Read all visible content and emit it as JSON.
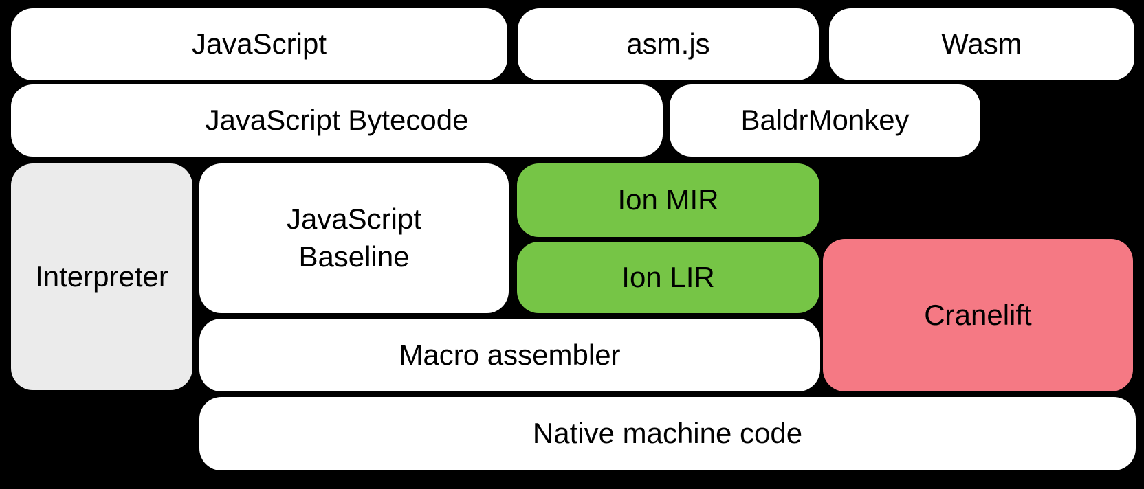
{
  "diagram": {
    "colors": {
      "background": "#000000",
      "white": "#ffffff",
      "gray": "#ebebeb",
      "green": "#76c546",
      "pink": "#f57984",
      "text": "#000000"
    },
    "blocks": [
      {
        "id": "javascript",
        "label": "JavaScript",
        "color": "white"
      },
      {
        "id": "asm-js",
        "label": "asm.js",
        "color": "white"
      },
      {
        "id": "wasm",
        "label": "Wasm",
        "color": "white"
      },
      {
        "id": "javascript-bytecode",
        "label": "JavaScript Bytecode",
        "color": "white"
      },
      {
        "id": "baldrmonkey",
        "label": "BaldrMonkey",
        "color": "white"
      },
      {
        "id": "interpreter",
        "label": "Interpreter",
        "color": "gray"
      },
      {
        "id": "javascript-baseline",
        "label": "JavaScript Baseline",
        "color": "white"
      },
      {
        "id": "ion-mir",
        "label": "Ion MIR",
        "color": "green"
      },
      {
        "id": "ion-lir",
        "label": "Ion LIR",
        "color": "green"
      },
      {
        "id": "cranelift",
        "label": "Cranelift",
        "color": "pink"
      },
      {
        "id": "macro-assembler",
        "label": "Macro assembler",
        "color": "white"
      },
      {
        "id": "native-machine-code",
        "label": "Native machine code",
        "color": "white"
      }
    ]
  }
}
